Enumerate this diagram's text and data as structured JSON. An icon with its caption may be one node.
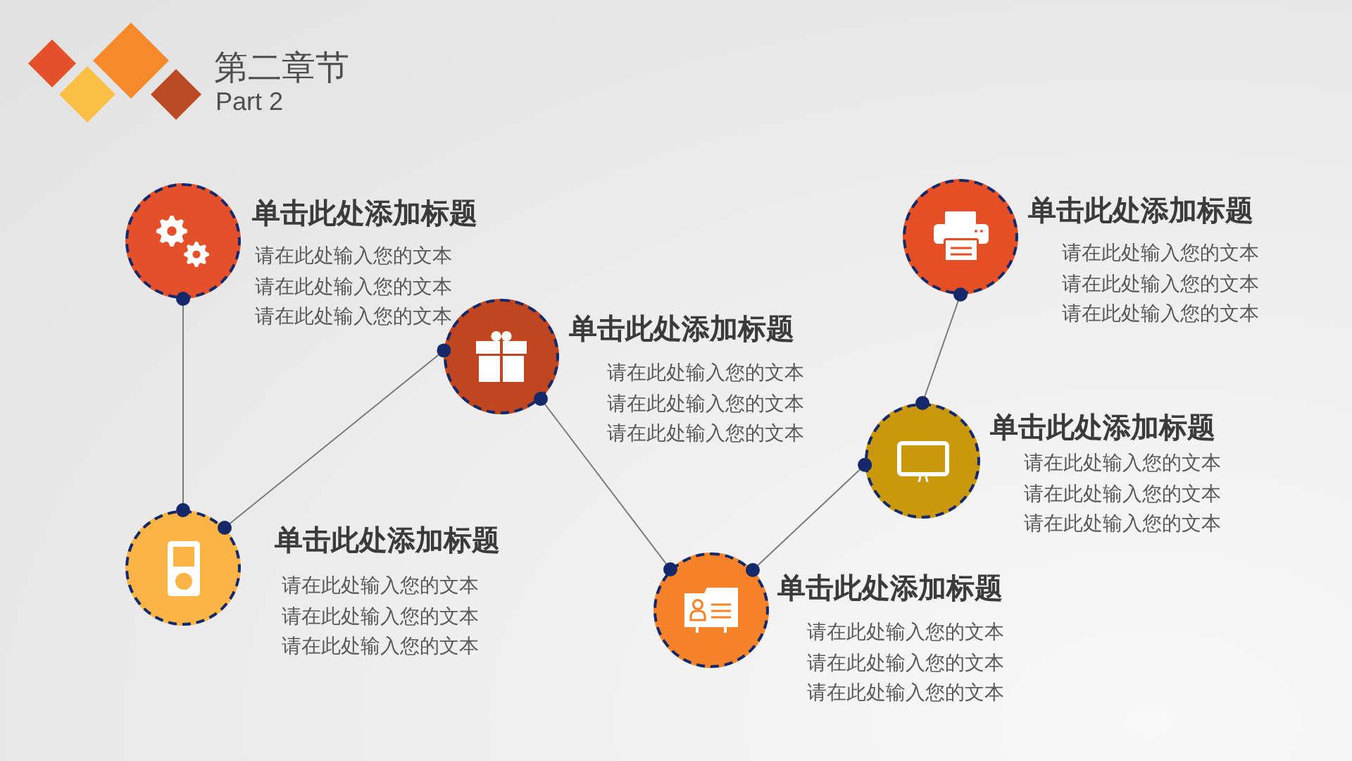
{
  "diagram": {
    "title": "第二章节",
    "nodes": [
      {
        "text": [],
        "shape": "circle",
        "beside": [
          "单击此处添加标题",
          "请在此处输入您的文本",
          "请在此处输入您的文本",
          "请在此处输入您的文本"
        ]
      },
      {
        "text": [],
        "shape": "circle",
        "beside": [
          "单击此处添加标题",
          "请在此处输入您的文本",
          "请在此处输入您的文本",
          "请在此处输入您的文本"
        ]
      },
      {
        "text": [],
        "shape": "circle",
        "beside": [
          "单击此处添加标题",
          "请在此处输入您的文本",
          "请在此处输入您的文本",
          "请在此处输入您的文本"
        ]
      },
      {
        "text": [],
        "shape": "circle",
        "beside": [
          "单击此处添加标题",
          "请在此处输入您的文本",
          "请在此处输入您的文本",
          "请在此处输入您的文本"
        ]
      },
      {
        "text": [],
        "shape": "circle",
        "beside": [
          "单击此处添加标题",
          "请在此处输入您的文本",
          "请在此处输入您的文本",
          "请在此处输入您的文本"
        ]
      },
      {
        "text": [],
        "shape": "circle",
        "beside": [
          "单击此处添加标题",
          "请在此处输入您的文本",
          "请在此处输入您的文本",
          "请在此处输入您的文本"
        ]
      }
    ],
    "edges": [
      {
        "from": 0,
        "to": 1,
        "arrow": "other"
      },
      {
        "from": 1,
        "to": 2,
        "arrow": "other"
      },
      {
        "from": 2,
        "to": 3,
        "arrow": "other"
      },
      {
        "from": 3,
        "to": 4,
        "arrow": "other"
      },
      {
        "from": 4,
        "to": 5,
        "arrow": "other"
      }
    ],
    "labels": [
      "Part 2"
    ]
  }
}
